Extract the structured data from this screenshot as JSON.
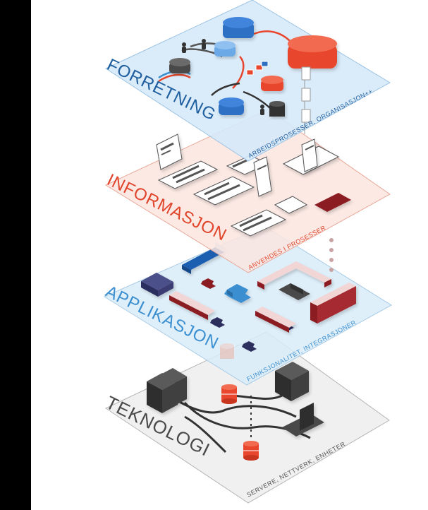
{
  "layers": [
    {
      "title": "FORRETNING",
      "subtitle": "ARBEIDSPROSESSER, ORGANISASJON++",
      "color": "#1f5fa0"
    },
    {
      "title": "INFORMASJON",
      "subtitle": "ANVENDES I PROSESSER",
      "color": "#e0452c"
    },
    {
      "title": "APPLIKASJON",
      "subtitle": "FUNKSJONALITET, INTEGRASJONER",
      "color": "#3b8fd0"
    },
    {
      "title": "TEKNOLOGI",
      "subtitle": "SERVERE, NETTVERK, ENHETER",
      "color": "#4a4a4a"
    }
  ],
  "colors": {
    "business_plane": "#d6e9f8",
    "information_plane": "#fbe3de",
    "application_plane": "#d9ecf9",
    "technology_plane": "#eeeeee",
    "accent_red": "#e8472d",
    "accent_blue": "#2e6fc4",
    "dark_red": "#8b1d22",
    "navy": "#2c2e5e"
  }
}
